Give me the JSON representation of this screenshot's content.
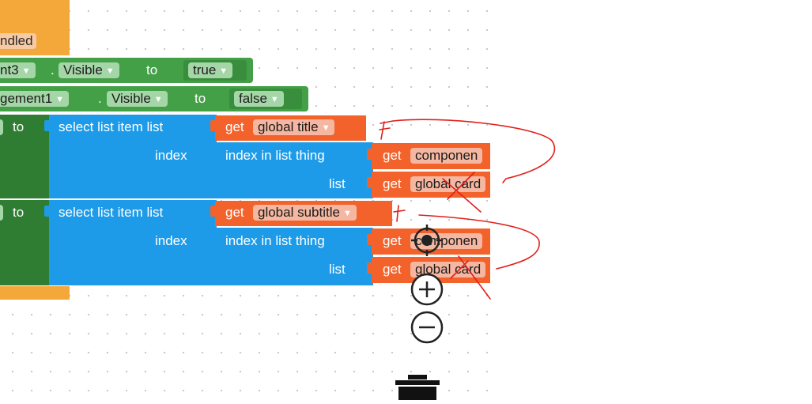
{
  "event_block": {
    "label": "ndled"
  },
  "set_row1": {
    "component": "nt3",
    "property": "Visible",
    "to": "to",
    "value": "true"
  },
  "set_row2": {
    "component": "gement1",
    "property": "Visible",
    "to": "to",
    "value": "false"
  },
  "set_row3": {
    "to": "to",
    "select_label": "select list item  list",
    "get_label": "get",
    "get_var": "global title",
    "index_label": "index",
    "index_in_list_label": "index in list  thing",
    "get1_label": "get",
    "get1_var": "componen",
    "list_label": "list",
    "get2_label": "get",
    "get2_var": "global card"
  },
  "set_row4": {
    "to": "to",
    "select_label": "select list item  list",
    "get_label": "get",
    "get_var": "global subtitle",
    "index_label": "index",
    "index_in_list_label": "index in list  thing",
    "get1_label": "get",
    "get1_var": "componen",
    "list_label": "list",
    "get2_label": "get",
    "get2_var": "global card"
  },
  "dropdown_arrow": "▼",
  "controls": {
    "center_icon": "crosshair-icon",
    "zoom_in_icon": "zoom-in-icon",
    "zoom_out_icon": "zoom-out-icon",
    "trash_icon": "trash-icon"
  },
  "annotations": {
    "color": "#e0201c",
    "letter1": "F",
    "letter2": "t"
  },
  "colors": {
    "event": "#f5a83a",
    "set_block": "#43a047",
    "list_block": "#1e9be8",
    "variable_block": "#f2622a"
  }
}
